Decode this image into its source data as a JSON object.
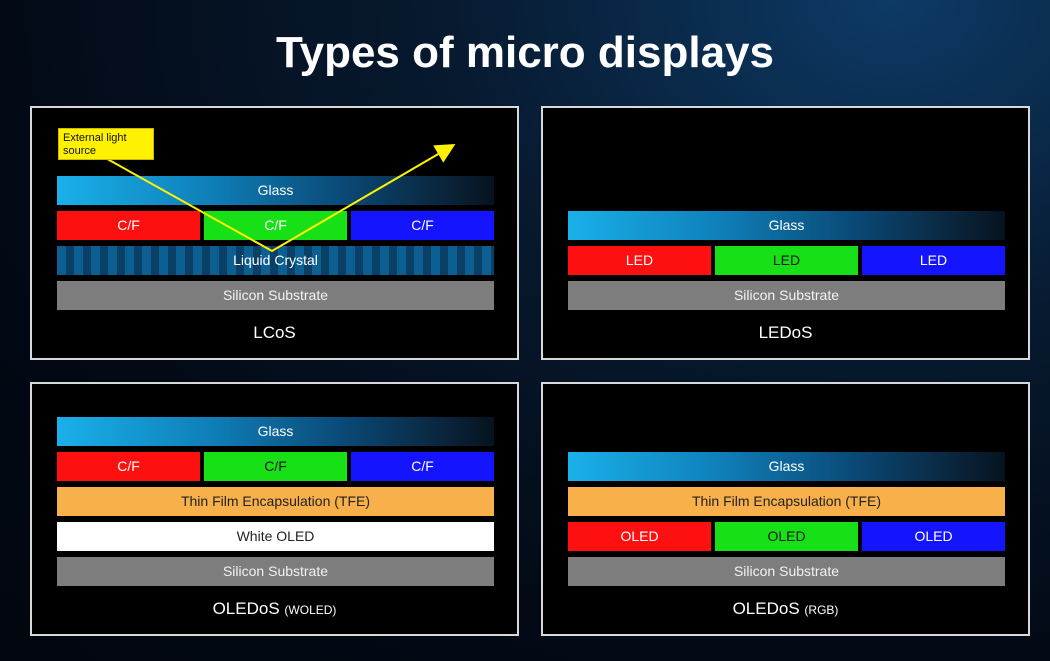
{
  "title": "Types of micro displays",
  "panels": {
    "lcos": {
      "callout": "External light source",
      "glass": "Glass",
      "cf": [
        "C/F",
        "C/F",
        "C/F"
      ],
      "liquid_crystal": "Liquid Crystal",
      "substrate": "Silicon Substrate",
      "caption": "LCoS"
    },
    "ledos": {
      "glass": "Glass",
      "led": [
        "LED",
        "LED",
        "LED"
      ],
      "substrate": "Silicon Substrate",
      "caption": "LEDoS"
    },
    "woled": {
      "glass": "Glass",
      "cf": [
        "C/F",
        "C/F",
        "C/F"
      ],
      "tfe": "Thin Film Encapsulation (TFE)",
      "white_oled": "White OLED",
      "substrate": "Silicon Substrate",
      "caption": "OLEDoS",
      "caption_sub": "(WOLED)"
    },
    "rgb": {
      "glass": "Glass",
      "tfe": "Thin Film Encapsulation (TFE)",
      "oled": [
        "OLED",
        "OLED",
        "OLED"
      ],
      "substrate": "Silicon Substrate",
      "caption": "OLEDoS",
      "caption_sub": "(RGB)"
    }
  },
  "colors": {
    "red": "#ff1010",
    "green": "#17e017",
    "blue": "#1414ff",
    "substrate": "#7d7d7d",
    "tfe": "#f7b04a",
    "callout": "#fff200"
  }
}
